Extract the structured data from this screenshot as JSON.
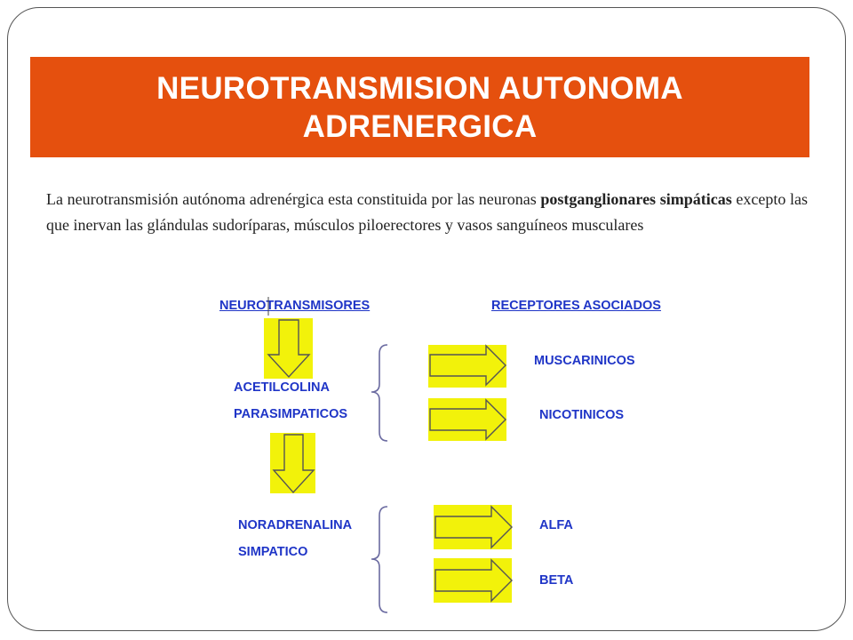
{
  "title": {
    "line1": "NEUROTRANSMISION AUTONOMA",
    "line2": "ADRENERGICA"
  },
  "intro": {
    "part1": "La neurotransmisión autónoma adrenérgica esta constituida por las neuronas ",
    "bold": "postganglionares simpáticas",
    "part2": " excepto las que inervan las glándulas sudoríparas, músculos piloerectores y vasos sanguíneos musculares"
  },
  "diagram": {
    "headers": {
      "left": "NEUROTRANSMISORES",
      "right": "RECEPTORES ASOCIADOS"
    },
    "group1": {
      "label1": "ACETILCOLINA",
      "label2": "PARASIMPATICOS",
      "receptors": [
        "MUSCARINICOS",
        "NICOTINICOS"
      ]
    },
    "group2": {
      "label1": "NORADRENALINA",
      "label2": "SIMPATICO",
      "receptors": [
        "ALFA",
        "BETA"
      ]
    }
  },
  "colors": {
    "title_bg": "#e5500e",
    "diagram_text": "#1f35c7",
    "arrow_fill": "#f2f20a"
  }
}
